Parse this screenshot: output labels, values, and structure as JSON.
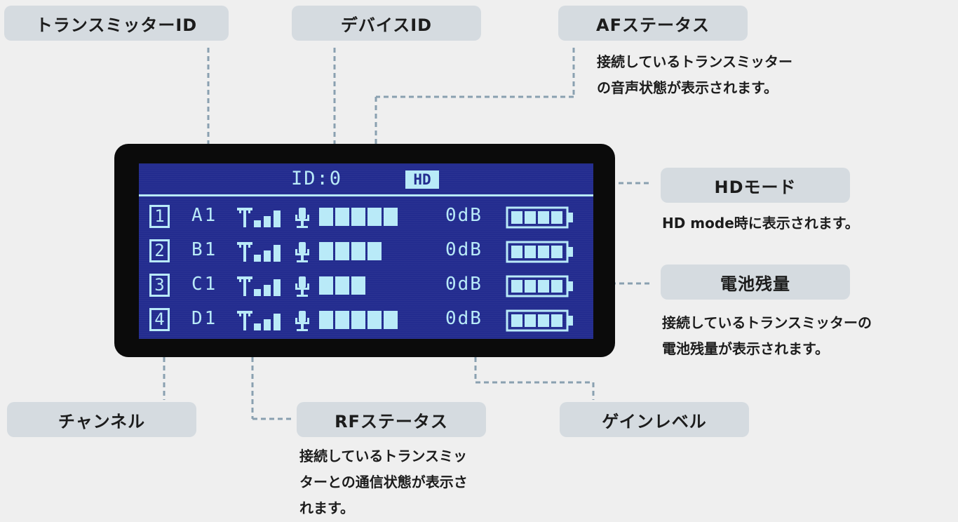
{
  "labels": {
    "transmitter_id": "トランスミッターID",
    "device_id": "デバイスID",
    "af_status": "AFステータス",
    "hd_mode": "HDモード",
    "battery": "電池残量",
    "channel": "チャンネル",
    "rf_status": "RFステータス",
    "gain": "ゲインレベル"
  },
  "descriptions": {
    "af_status": "接続しているトランスミッター\nの音声状態が表示されます。",
    "hd_mode": "HD mode時に表示されます。",
    "battery": "接続しているトランスミッターの\n電池残量が表示されます。",
    "rf_status": "接続しているトランスミッ\nターとの通信状態が表示さ\nれます。"
  },
  "screen": {
    "device_id_text": "ID:0",
    "hd_text": "HD",
    "rows": [
      {
        "channel": "1",
        "tx": "A1",
        "af_level": 5,
        "gain": "0dB"
      },
      {
        "channel": "2",
        "tx": "B1",
        "af_level": 4,
        "gain": "0dB"
      },
      {
        "channel": "3",
        "tx": "C1",
        "af_level": 3,
        "gain": "0dB"
      },
      {
        "channel": "4",
        "tx": "D1",
        "af_level": 5,
        "gain": "0dB"
      }
    ]
  },
  "colors": {
    "screen_bg": "#232c8f",
    "screen_fg": "#b9eaf8",
    "label_bg": "#d5dbe0",
    "connector": "#8aa0b0"
  }
}
